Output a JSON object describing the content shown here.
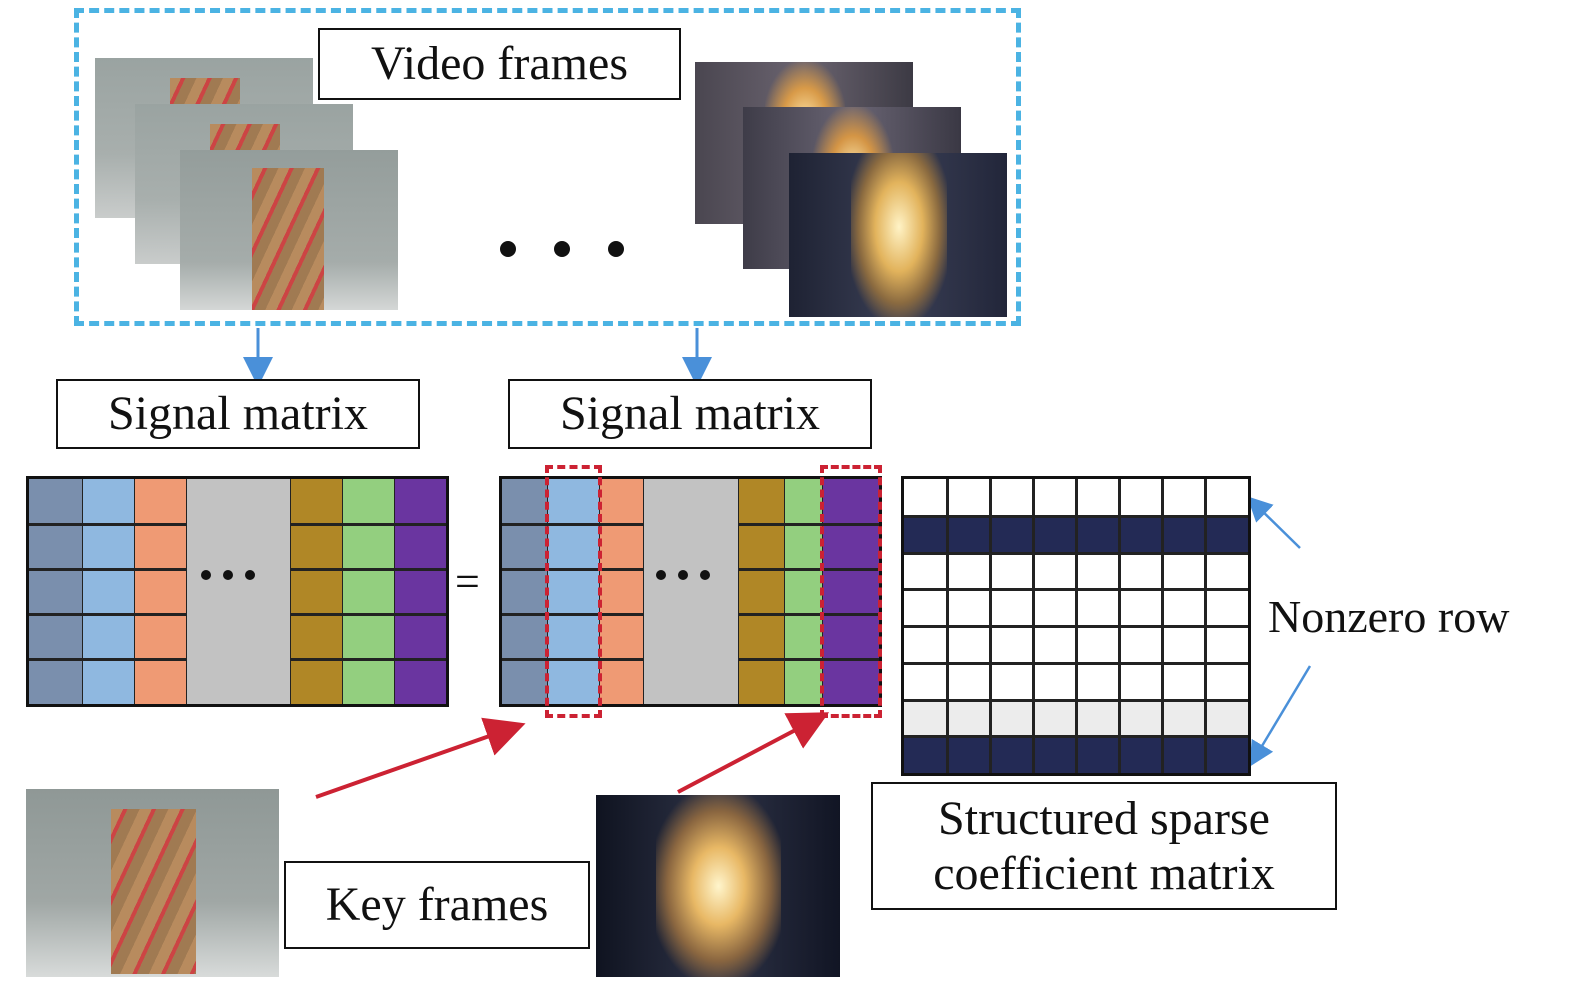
{
  "labels": {
    "video_frames": "Video frames",
    "signal_matrix_left": "Signal matrix",
    "signal_matrix_right": "Signal matrix",
    "equals": "=",
    "nonzero_row": "Nonzero row",
    "key_frames": "Key frames",
    "coefficient_line1": "Structured sparse",
    "coefficient_line2": "coefficient matrix"
  },
  "colors": {
    "dashed_border": "#4bb3e3",
    "arrow_blue": "#4a90d9",
    "arrow_red": "#cc2233",
    "col_slate": "#7a8fad",
    "col_light_blue": "#8fb8e0",
    "col_salmon": "#ef9a74",
    "col_gray": "#c2c2c2",
    "col_olive": "#b08726",
    "col_green": "#93cf7f",
    "col_purple": "#6a35a0",
    "nonzero_row": "#232a55",
    "zero_cell": "#ffffff",
    "light_cell": "#ececec"
  },
  "coefficient_matrix": {
    "rows": [
      "zero",
      "nonzero",
      "zero",
      "zero",
      "zero",
      "zero",
      "light",
      "nonzero"
    ]
  }
}
